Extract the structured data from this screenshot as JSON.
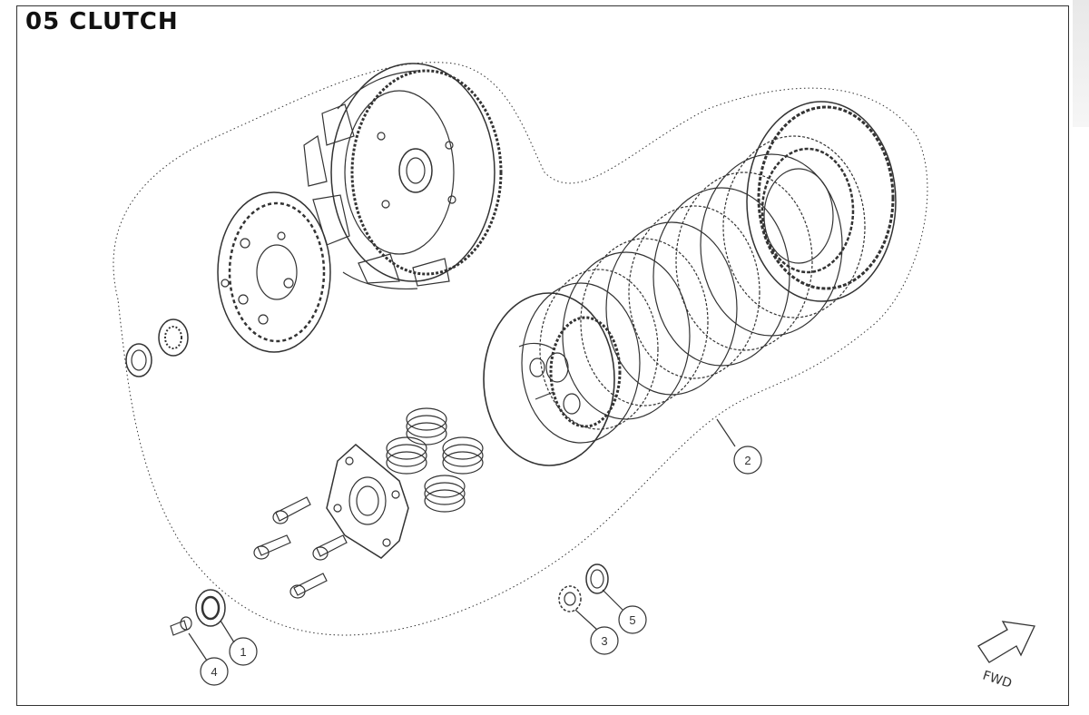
{
  "title": "05 CLUTCH",
  "direction_label": "FWD",
  "callouts": [
    {
      "id": "1",
      "label": "1"
    },
    {
      "id": "2",
      "label": "2"
    },
    {
      "id": "3",
      "label": "3"
    },
    {
      "id": "4",
      "label": "4"
    },
    {
      "id": "5",
      "label": "5"
    }
  ],
  "icons": {
    "clutch_housing": "clutch-housing-icon",
    "pressure_plate": "pressure-plate-icon",
    "clutch_plates": "clutch-plate-stack-icon",
    "spring": "clutch-spring-icon",
    "bolt": "bolt-icon",
    "fwd_arrow": "arrow-icon"
  },
  "colors": {
    "line": "#333333",
    "background": "#ffffff"
  }
}
